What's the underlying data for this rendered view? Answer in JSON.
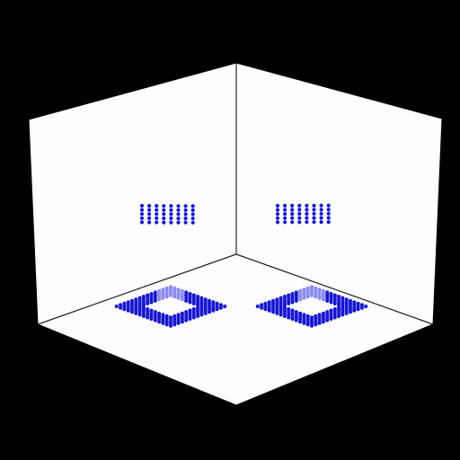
{
  "colors": {
    "background": "#000000",
    "panel": "#ffffff",
    "edge": "#000000",
    "dot": "#1515d0",
    "dot_highlight": "#8a8af0"
  },
  "floor_patterns": [
    {
      "name": "left",
      "diamond_half_width": 7,
      "hole_half_width": 3
    },
    {
      "name": "right",
      "diamond_half_width": 7,
      "hole_half_width": 3
    }
  ],
  "wall_blocks": [
    {
      "name": "left",
      "columns": 8,
      "rows": 5
    },
    {
      "name": "right",
      "columns": 8,
      "rows": 5
    }
  ]
}
